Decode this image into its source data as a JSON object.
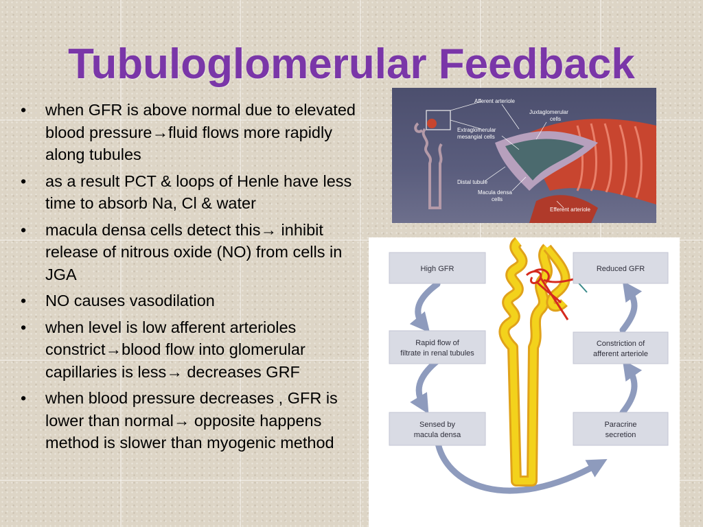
{
  "slide": {
    "title": "Tubuloglomerular Feedback",
    "bullets": [
      {
        "parts": [
          "when GFR is above normal due to elevated blood pressure",
          "fluid flows more rapidly along tubules"
        ]
      },
      {
        "parts": [
          "as a result PCT & loops of Henle have less time to absorb Na, Cl & water"
        ]
      },
      {
        "parts": [
          "macula densa cells detect this",
          " inhibit release of nitrous oxide (NO) from cells in JGA"
        ]
      },
      {
        "parts": [
          "NO causes vasodilation"
        ]
      },
      {
        "parts": [
          "when level is low afferent arterioles constrict",
          "blood flow into glomerular capillaries is less",
          " decreases GRF"
        ]
      },
      {
        "parts": [
          "when blood pressure decreases , GFR is lower than normal",
          " opposite happens method is slower than myogenic method"
        ]
      }
    ],
    "arrow_glyph": "→"
  },
  "anatomy_figure": {
    "labels": {
      "afferent": "Afferent arteriole",
      "jg_cells_1": "Juxtaglomerular",
      "jg_cells_2": "cells",
      "mesangial_1": "Extraglomerular",
      "mesangial_2": "mesangial cells",
      "distal": "Distal tubule",
      "macula_1": "Macula densa",
      "macula_2": "cells",
      "efferent": "Efferent arteriole"
    },
    "colors": {
      "background": "#565977",
      "arteriole": "#c8452f",
      "tubule": "#b7a0bd"
    }
  },
  "feedback_diagram": {
    "boxes": {
      "high_gfr": [
        "High GFR"
      ],
      "rapid_flow": [
        "Rapid flow of",
        "filtrate in renal tubules"
      ],
      "sensed": [
        "Sensed by",
        "macula densa"
      ],
      "reduced_gfr": [
        "Reduced GFR"
      ],
      "constriction": [
        "Constriction of",
        "afferent arteriole"
      ],
      "paracrine": [
        "Paracrine",
        "secretion"
      ]
    },
    "colors": {
      "box": "#d9dbe4",
      "arrow": "#8e9bbd",
      "tubule": "#f3d21c",
      "tubule_edge": "#e0a21a",
      "vessel": "#d52a1f"
    }
  }
}
